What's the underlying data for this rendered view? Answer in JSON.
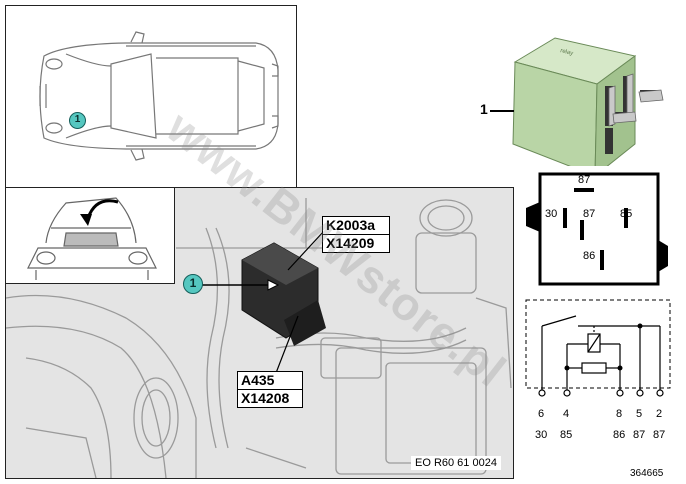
{
  "callout_number": "1",
  "part_label": "1",
  "connector_labels": {
    "top": [
      "K2003a",
      "X14209"
    ],
    "bottom": [
      "A435",
      "X14208"
    ]
  },
  "diagram_code": "EO R60 61 0024",
  "relay_terminals": {
    "top": "87",
    "left": "30",
    "center": "87",
    "right": "85",
    "bottom": "86"
  },
  "schematic": {
    "pin_numbers": [
      "6",
      "4",
      "8",
      "5",
      "2"
    ],
    "terminals": [
      "30",
      "85",
      "86",
      "87",
      "87"
    ]
  },
  "image_number": "364665",
  "watermark": "www.BMWstore.pl",
  "colors": {
    "relay_green": "#b9d5a6",
    "callout": "#55c7c0"
  }
}
